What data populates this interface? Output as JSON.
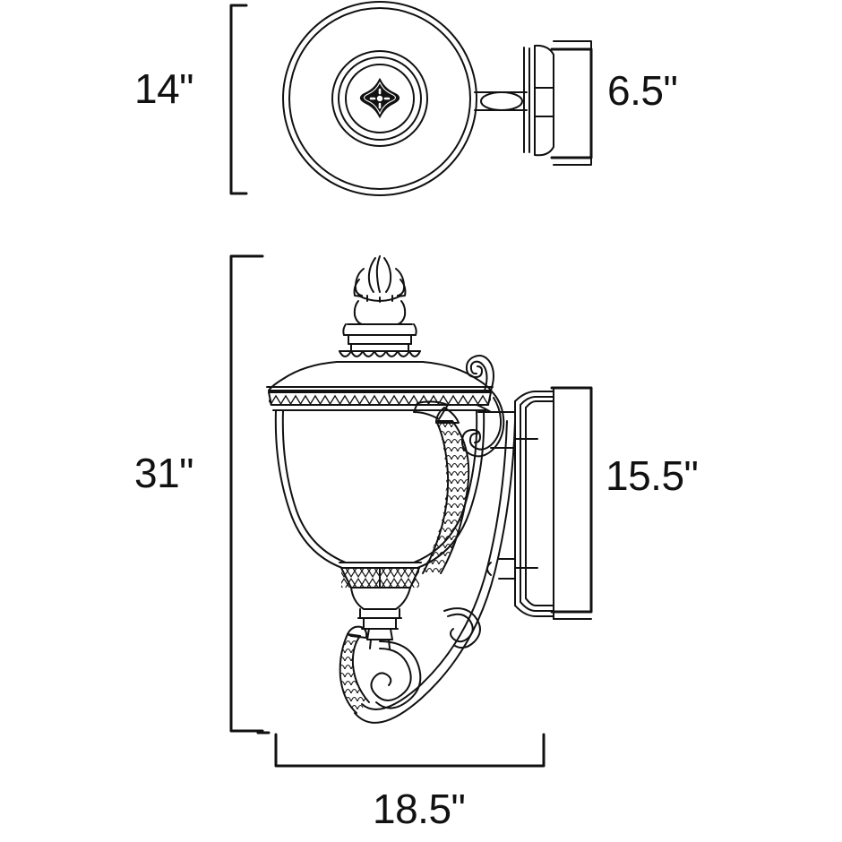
{
  "document": {
    "type": "dimension-drawing",
    "title": "Outdoor Wall Lantern Dimension Drawing",
    "background_color": "#ffffff",
    "line_color": "#111111",
    "views": [
      {
        "name": "top-view",
        "description": "Top / plan view of wall lantern showing round shade disc, connecting arm and wall mounting plate"
      },
      {
        "name": "side-view",
        "description": "Side elevation of wall lantern showing finial, bell shade, scroll arm and wall plate"
      }
    ]
  },
  "dimensions": {
    "top_view_height": {
      "value": "14\"",
      "position": "left",
      "measures": "shade diameter in plan view"
    },
    "top_view_depth": {
      "value": "6.5\"",
      "position": "right",
      "measures": "wall plate width in plan view"
    },
    "side_view_height": {
      "value": "31\"",
      "position": "left",
      "measures": "overall fixture height"
    },
    "side_view_backplate": {
      "value": "15.5\"",
      "position": "right",
      "measures": "wall plate height"
    },
    "side_view_width": {
      "value": "18.5\"",
      "position": "bottom",
      "measures": "overall fixture width / extension"
    }
  },
  "parts": {
    "finial": "finial-ornament",
    "cap": "dome-cap",
    "shade": "bell-glass-shade",
    "lattice_band_top": "braided-lattice-band",
    "lattice_band_bottom": "braided-lattice-band",
    "scroll_arm": "ornate-scroll-arm",
    "scroll_tail": "lower-scroll-tail",
    "backplate": "wall-mount-backplate",
    "rosette": "quatrefoil-rosette"
  }
}
